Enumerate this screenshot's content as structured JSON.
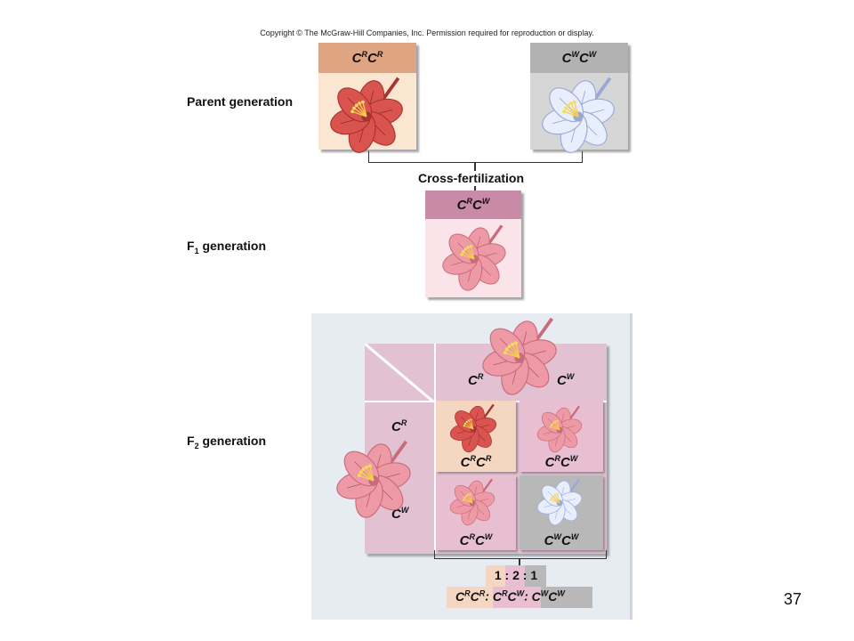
{
  "copyright": "Copyright © The McGraw-Hill Companies, Inc. Permission required for reproduction or display.",
  "labels": {
    "parent": "Parent generation",
    "f1_prefix": "F",
    "f1_sub": "1",
    "f1_suffix": " generation",
    "f2_prefix": "F",
    "f2_sub": "2",
    "f2_suffix": " generation",
    "cross": "Cross-fertilization"
  },
  "parents": [
    {
      "genotype": [
        {
          "base": "C",
          "sup": "R"
        },
        {
          "base": "C",
          "sup": "R"
        }
      ],
      "flower": "red",
      "head_color": "#dfa582",
      "body_color": "#fbe6d2"
    },
    {
      "genotype": [
        {
          "base": "C",
          "sup": "W"
        },
        {
          "base": "C",
          "sup": "W"
        }
      ],
      "flower": "white",
      "head_color": "#b2b2b2",
      "body_color": "#d6d6d6"
    }
  ],
  "f1": {
    "genotype": [
      {
        "base": "C",
        "sup": "R"
      },
      {
        "base": "C",
        "sup": "W"
      }
    ],
    "flower": "pink",
    "head_color": "#c98aa8",
    "body_color": "#fbe3ea"
  },
  "punnett": {
    "gametes_top": [
      {
        "base": "C",
        "sup": "R"
      },
      {
        "base": "C",
        "sup": "W"
      }
    ],
    "gametes_left": [
      {
        "base": "C",
        "sup": "R"
      },
      {
        "base": "C",
        "sup": "W"
      }
    ],
    "cells": [
      {
        "genotype": [
          {
            "base": "C",
            "sup": "R"
          },
          {
            "base": "C",
            "sup": "R"
          }
        ],
        "flower": "red",
        "color": "#f5d7c1"
      },
      {
        "genotype": [
          {
            "base": "C",
            "sup": "R"
          },
          {
            "base": "C",
            "sup": "W"
          }
        ],
        "flower": "pink",
        "color": "#e8bfd0"
      },
      {
        "genotype": [
          {
            "base": "C",
            "sup": "R"
          },
          {
            "base": "C",
            "sup": "W"
          }
        ],
        "flower": "pink",
        "color": "#e8bfd0"
      },
      {
        "genotype": [
          {
            "base": "C",
            "sup": "W"
          },
          {
            "base": "C",
            "sup": "W"
          }
        ],
        "flower": "white",
        "color": "#b8b8b8"
      }
    ]
  },
  "ratio": {
    "numbers": "1 : 2 : 1",
    "genotypes": [
      [
        {
          "base": "C",
          "sup": "R"
        },
        {
          "base": "C",
          "sup": "R"
        }
      ],
      [
        {
          "base": "C",
          "sup": "R"
        },
        {
          "base": "C",
          "sup": "W"
        }
      ],
      [
        {
          "base": "C",
          "sup": "W"
        },
        {
          "base": "C",
          "sup": "W"
        }
      ]
    ],
    "separator": ":"
  },
  "colors": {
    "red_petal": "#d9534f",
    "pink_petal": "#ee9aa6",
    "white_petal": "#e8eefc",
    "panel_bg": "#e6ecf2",
    "punnett_bg": "#e2c2d2"
  },
  "page_number": "37"
}
